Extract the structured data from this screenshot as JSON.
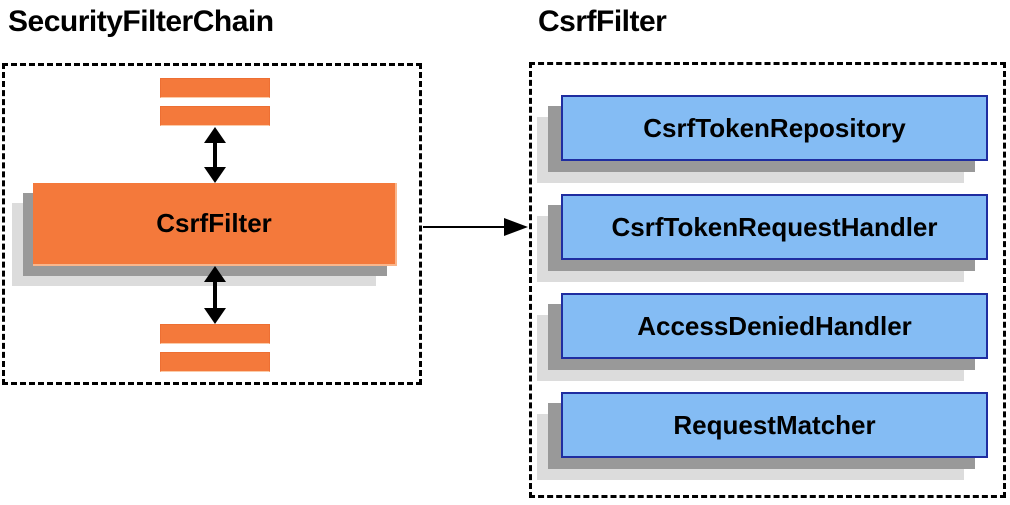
{
  "left_panel": {
    "title": "SecurityFilterChain",
    "csrf_filter_label": "CsrfFilter"
  },
  "right_panel": {
    "title": "CsrfFilter",
    "components": [
      "CsrfTokenRepository",
      "CsrfTokenRequestHandler",
      "AccessDeniedHandler",
      "RequestMatcher"
    ]
  },
  "colors": {
    "orange": "#F4793B",
    "blue_fill": "#84BCF4",
    "blue_border": "#1F2DA0",
    "shadow_dark": "#999999",
    "shadow_light": "#DCDCDC",
    "text": "#000000"
  }
}
